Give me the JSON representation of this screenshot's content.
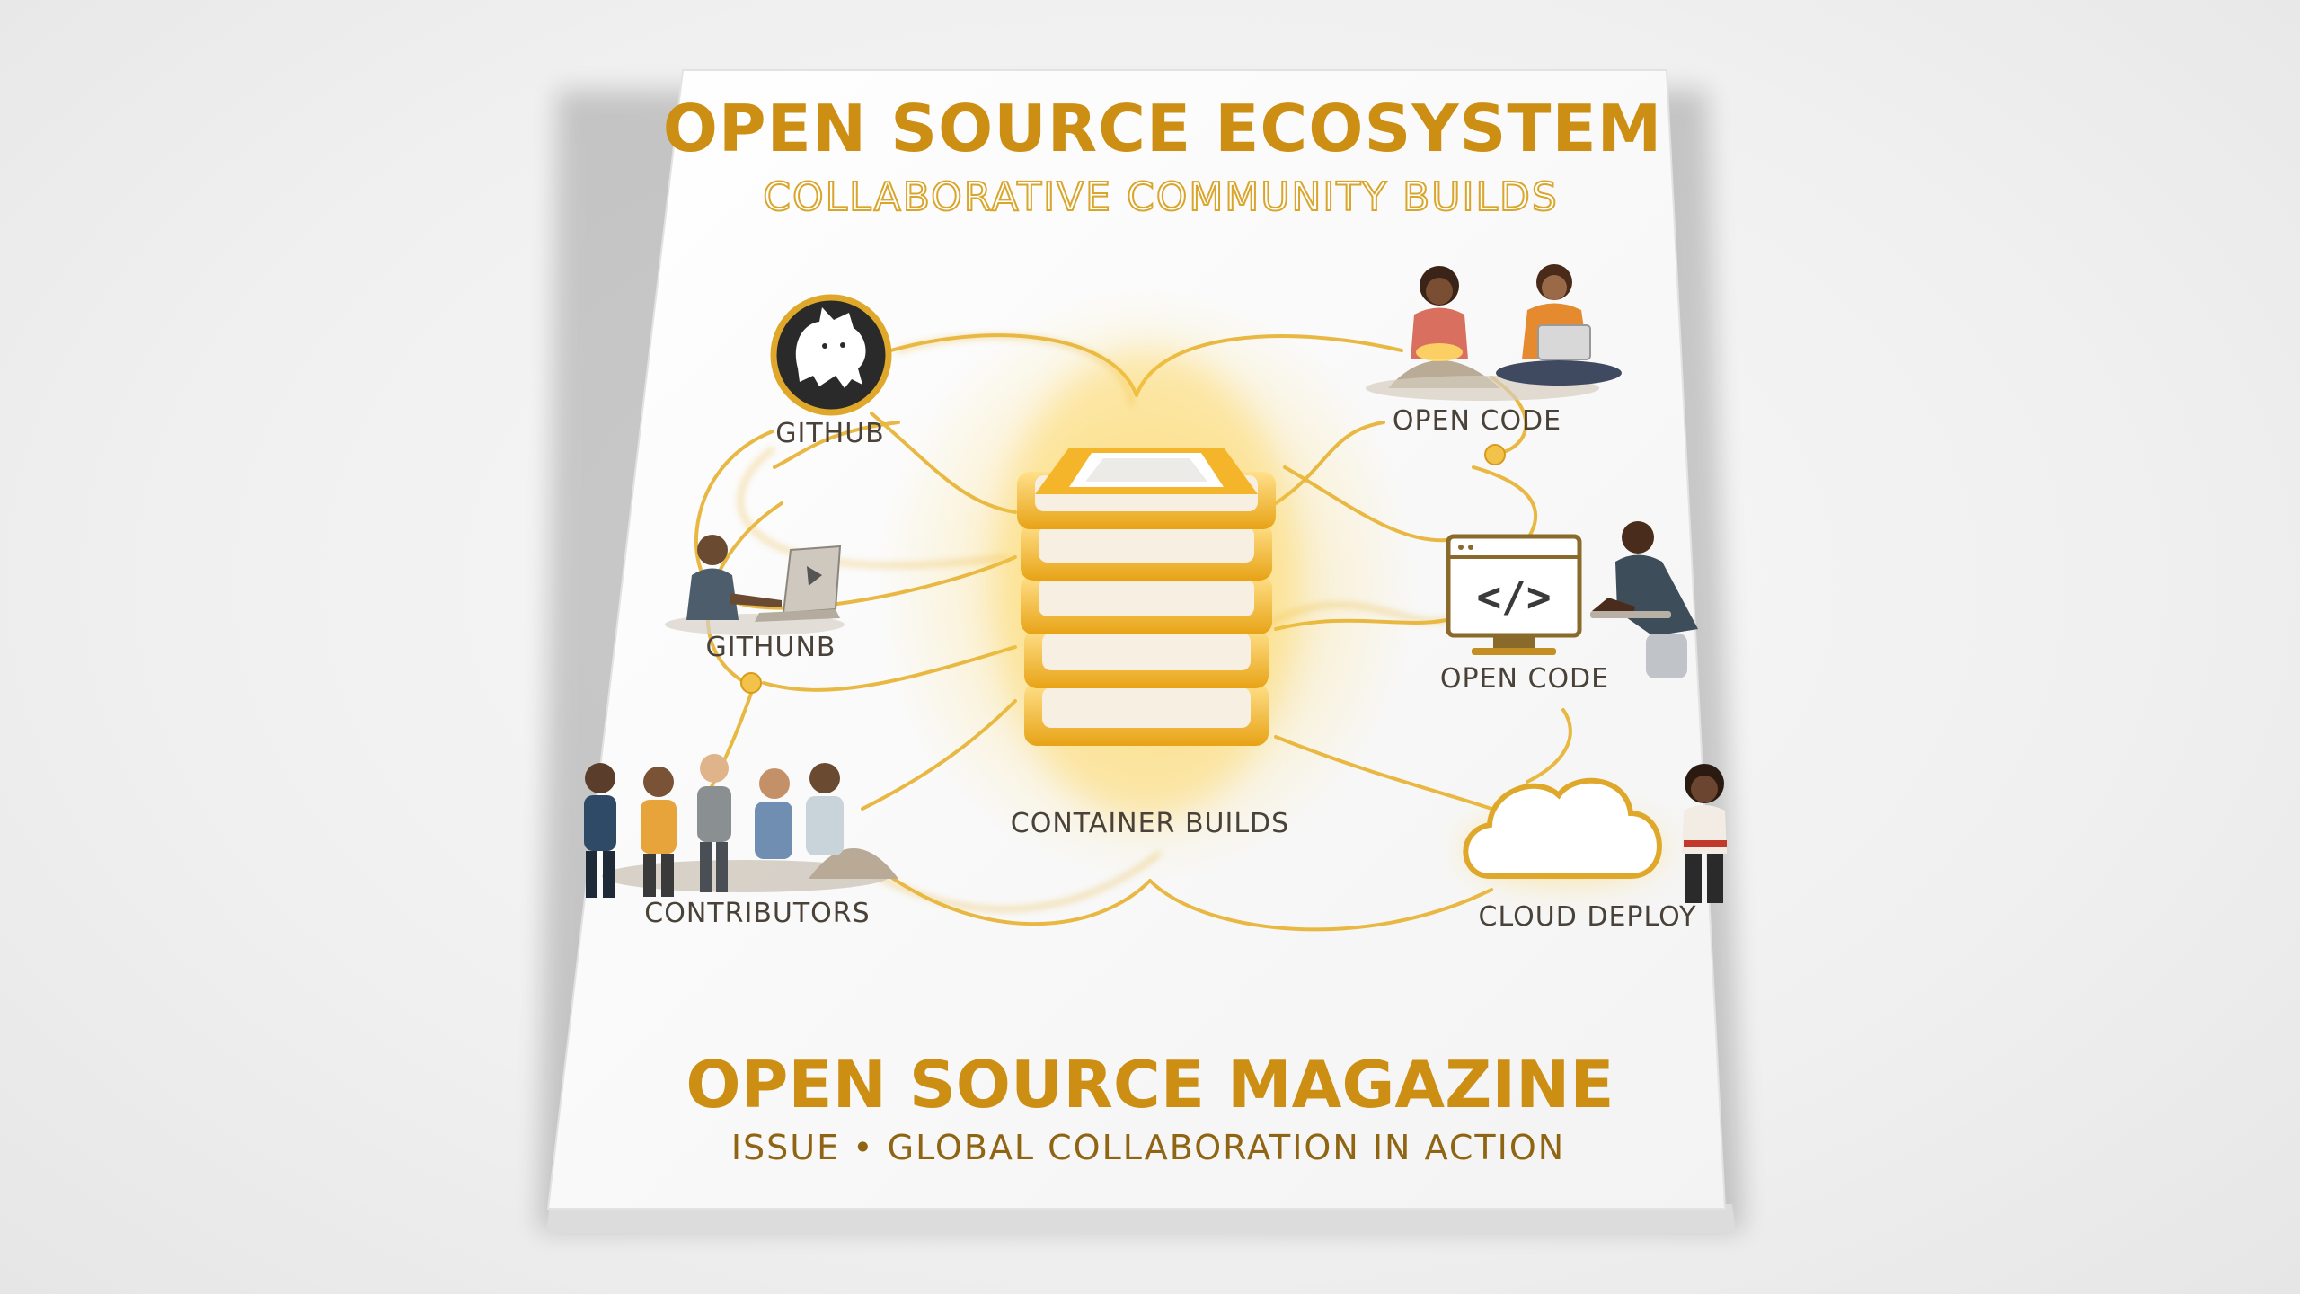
{
  "cover": {
    "title": "OPEN SOURCE ECOSYSTEM",
    "subtitle": "COLLABORATIVE COMMUNITY BUILDS",
    "magazine_name": "OPEN SOURCE MAGAZINE",
    "issue_line": "ISSUE • GLOBAL COLLABORATION IN ACTION"
  },
  "nodes": {
    "github_top": "GITHUB",
    "github_mid": "GITHUNB",
    "contributors": "CONTRIBUTORS",
    "center": "CONTAINER BUILDS",
    "open_code_top": "OPEN CODE",
    "open_code_mid": "OPEN CODE",
    "cloud_deploy": "CLOUD DEPLOY"
  },
  "icons": {
    "github": "octocat-icon",
    "code": "code-window-icon",
    "cloud": "cloud-icon",
    "stack": "container-stack-icon",
    "laptop": "laptop-icon"
  },
  "code_icon_text": "</>",
  "colors": {
    "gold": "#cc8f14",
    "glow": "#f5c542",
    "line": "#e8b842",
    "label": "#4a4238",
    "paper": "#fbfbfb"
  }
}
